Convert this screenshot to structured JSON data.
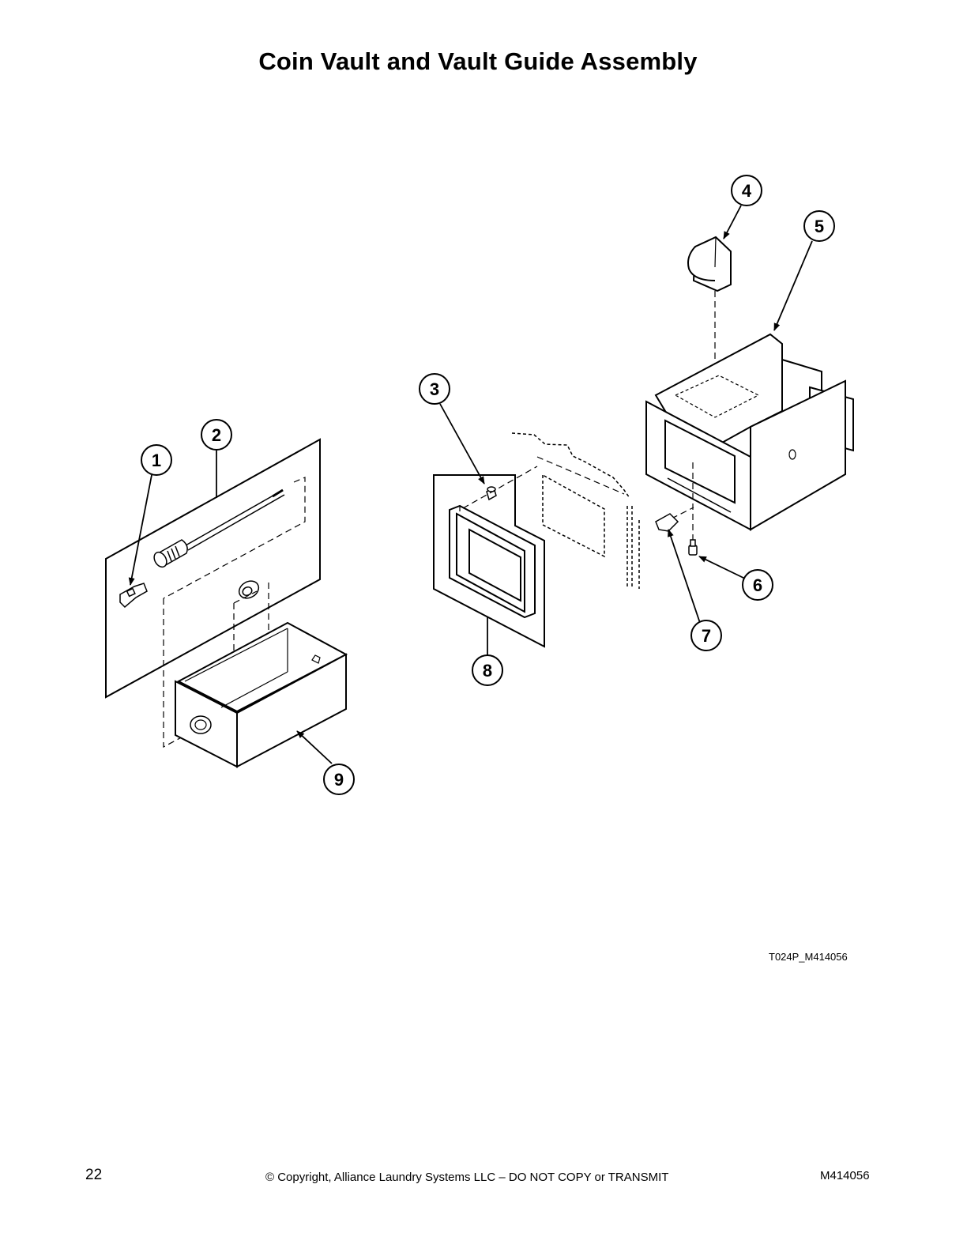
{
  "page": {
    "title": "Coin Vault and Vault Guide Assembly",
    "figure_code": "T024P_M414056",
    "footer": {
      "page_number": "22",
      "copyright": "© Copyright, Alliance Laundry Systems LLC – DO NOT COPY or TRANSMIT",
      "document_number": "M414056"
    }
  },
  "callouts": [
    {
      "id": "1",
      "label": "1"
    },
    {
      "id": "2",
      "label": "2"
    },
    {
      "id": "3",
      "label": "3"
    },
    {
      "id": "4",
      "label": "4"
    },
    {
      "id": "5",
      "label": "5"
    },
    {
      "id": "6",
      "label": "6"
    },
    {
      "id": "7",
      "label": "7"
    },
    {
      "id": "8",
      "label": "8"
    },
    {
      "id": "9",
      "label": "9"
    }
  ],
  "colors": {
    "line": "#000000",
    "background": "#ffffff"
  }
}
